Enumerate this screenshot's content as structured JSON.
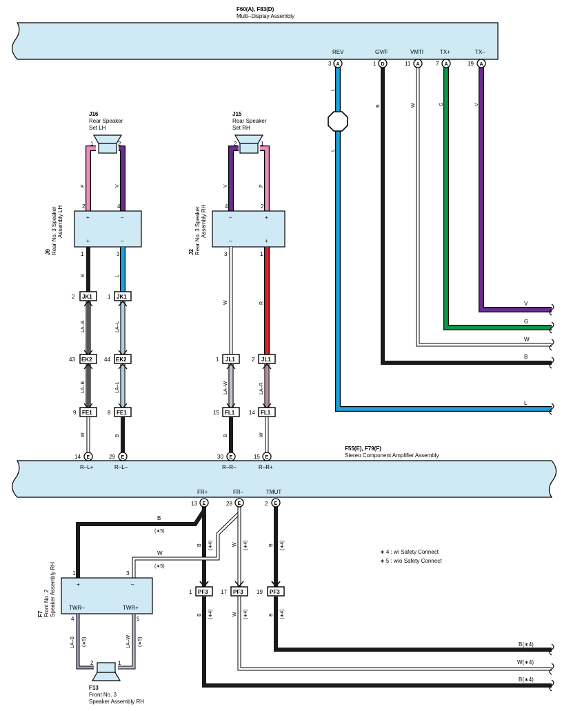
{
  "colors": {
    "assembly_fill": "#cfe9f5",
    "B": "#1a1a1a",
    "L": "#1aa3e0",
    "V": "#6b2c91",
    "G": "#0a9a48",
    "P": "#f08bc0",
    "R": "#e2202a",
    "W": "#ffffff",
    "LA": "#c0c0d0"
  },
  "mda": {
    "title": "F60(A), F83(D)",
    "subtitle": "Multi–Display Assembly",
    "pins": [
      {
        "num": "3",
        "conn": "A",
        "label": "REV"
      },
      {
        "num": "1",
        "conn": "D",
        "label": "GV/F"
      },
      {
        "num": "11",
        "conn": "A",
        "label": "VMTI"
      },
      {
        "num": "7",
        "conn": "A",
        "label": "TX+"
      },
      {
        "num": "19",
        "conn": "A",
        "label": "TX–"
      }
    ],
    "wire_codes": [
      "L",
      "B",
      "W",
      "G",
      "V",
      "L"
    ]
  },
  "j16": {
    "id": "J16",
    "line1": "Rear Speaker",
    "line2": "Set LH",
    "pin_a": "1",
    "pin_b": "2"
  },
  "j15": {
    "id": "J15",
    "line1": "Rear Speaker",
    "line2": "Set RH",
    "pin_a": "2",
    "pin_b": "1"
  },
  "j9": {
    "id": "J9",
    "name1": "Rear No. 3 Speaker",
    "name2": "Assembly LH",
    "top_pins": [
      "2",
      "4"
    ],
    "bottom_pins": [
      "1",
      "3"
    ],
    "top_signs": [
      "+",
      "–"
    ],
    "bottom_signs": [
      "+",
      "–"
    ],
    "top_wires": [
      "P",
      "V"
    ],
    "bottom_wires": [
      "B",
      "L"
    ]
  },
  "j2": {
    "id": "J2",
    "name1": "Rear No. 3 Speaker",
    "name2": "Assembly RH",
    "top_pins": [
      "4",
      "2"
    ],
    "bottom_pins": [
      "3",
      "1"
    ],
    "top_signs": [
      "–",
      "+"
    ],
    "bottom_signs": [
      "–",
      "+"
    ],
    "top_wires": [
      "V",
      "P"
    ],
    "bottom_wires": [
      "W",
      "R"
    ]
  },
  "junctions": {
    "jk1_a": {
      "pin": "2",
      "name": "JK1"
    },
    "jk1_b": {
      "pin": "1",
      "name": "JK1"
    },
    "ek2_a": {
      "pin": "43",
      "name": "EK2"
    },
    "ek2_b": {
      "pin": "44",
      "name": "EK2"
    },
    "fe1_a": {
      "pin": "9",
      "name": "FE1"
    },
    "fe1_b": {
      "pin": "8",
      "name": "FE1"
    },
    "jl1_a": {
      "pin": "1",
      "name": "JL1"
    },
    "jl1_b": {
      "pin": "2",
      "name": "JL1"
    },
    "fl1_a": {
      "pin": "15",
      "name": "FL1"
    },
    "fl1_b": {
      "pin": "14",
      "name": "FL1"
    },
    "pf3_a": {
      "pin": "1",
      "name": "PF3"
    },
    "pf3_b": {
      "pin": "17",
      "name": "PF3"
    },
    "pf3_c": {
      "pin": "19",
      "name": "PF3"
    }
  },
  "twisted_labels": {
    "lh_a": "LA–B",
    "lh_b": "LA–L",
    "rh_a": "LA–W",
    "rh_b": "LA–R"
  },
  "amp": {
    "title": "F55(E), F79(F)",
    "subtitle": "Stereo Component Amplifier Assembly",
    "top_pins": [
      {
        "num": "14",
        "conn": "E",
        "label": "R–L+"
      },
      {
        "num": "29",
        "conn": "E",
        "label": "R–L–"
      },
      {
        "num": "30",
        "conn": "E",
        "label": "R–R–"
      },
      {
        "num": "15",
        "conn": "E",
        "label": "R–R+"
      }
    ],
    "bottom_pins": [
      {
        "num": "13",
        "conn": "E",
        "label": "FR+"
      },
      {
        "num": "28",
        "conn": "E",
        "label": "FR–"
      },
      {
        "num": "2",
        "conn": "E",
        "label": "TMUT"
      }
    ]
  },
  "f7": {
    "id": "F7",
    "name1": "Front No. 2",
    "name2": "Speaker Assembly RH",
    "pins": [
      "1",
      "3",
      "4",
      "5"
    ],
    "signs": [
      "+",
      "–"
    ],
    "twr_minus": "TWR–",
    "twr_plus": "TWR+",
    "lower_wires": [
      "LA–B",
      "LA–W"
    ],
    "note_tag": "(∗5)"
  },
  "f13": {
    "id": "F13",
    "line1": "Front No. 3",
    "line2": "Speaker Assembly RH",
    "pin_a": "2",
    "pin_b": "1"
  },
  "wire_labels": {
    "b": "B",
    "w": "W",
    "l": "L",
    "r": "R",
    "v": "V",
    "g": "G",
    "p": "P",
    "star4": "(∗4)",
    "star5": "(∗5)",
    "b4": "B(∗4)",
    "w4": "W(∗4)"
  },
  "notes": [
    "∗ 4 : w/ Safety Connect",
    "∗ 5 : w/o Safety Connect"
  ]
}
